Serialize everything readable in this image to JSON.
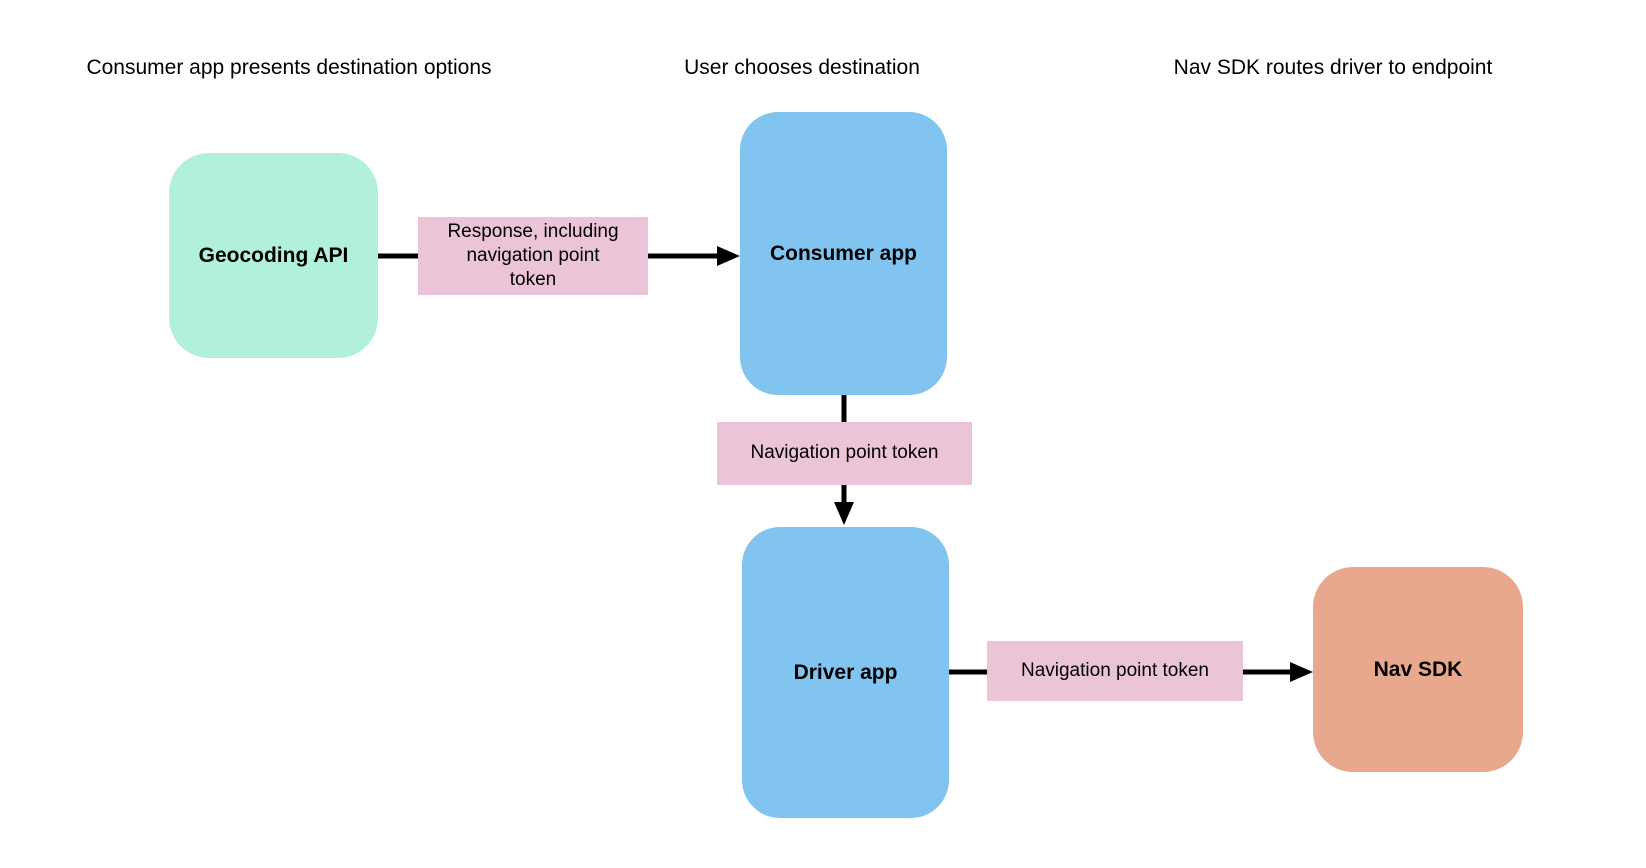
{
  "diagram": {
    "type": "flowchart",
    "background": "#ffffff",
    "line_color": "#000000",
    "text_color": "#000000",
    "headers": [
      {
        "label": "Consumer app presents destination options"
      },
      {
        "label": "User chooses destination"
      },
      {
        "label": "Nav SDK routes driver to endpoint"
      }
    ],
    "nodes": [
      {
        "id": "geocoding-api",
        "label": "Geocoding API",
        "color": "#b1f0db"
      },
      {
        "id": "consumer-app",
        "label": "Consumer app",
        "color": "#82c4f0"
      },
      {
        "id": "driver-app",
        "label": "Driver app",
        "color": "#82c4f0"
      },
      {
        "id": "nav-sdk",
        "label": "Nav SDK",
        "color": "#e8a88e"
      }
    ],
    "edges": [
      {
        "from": "geocoding-api",
        "to": "consumer-app",
        "label": "Response, including\nnavigation point\ntoken",
        "label_color": "#ecc4d7"
      },
      {
        "from": "consumer-app",
        "to": "driver-app",
        "label": "Navigation point token",
        "label_color": "#ecc4d7"
      },
      {
        "from": "driver-app",
        "to": "nav-sdk",
        "label": "Navigation point token",
        "label_color": "#ecc4d7"
      }
    ]
  }
}
